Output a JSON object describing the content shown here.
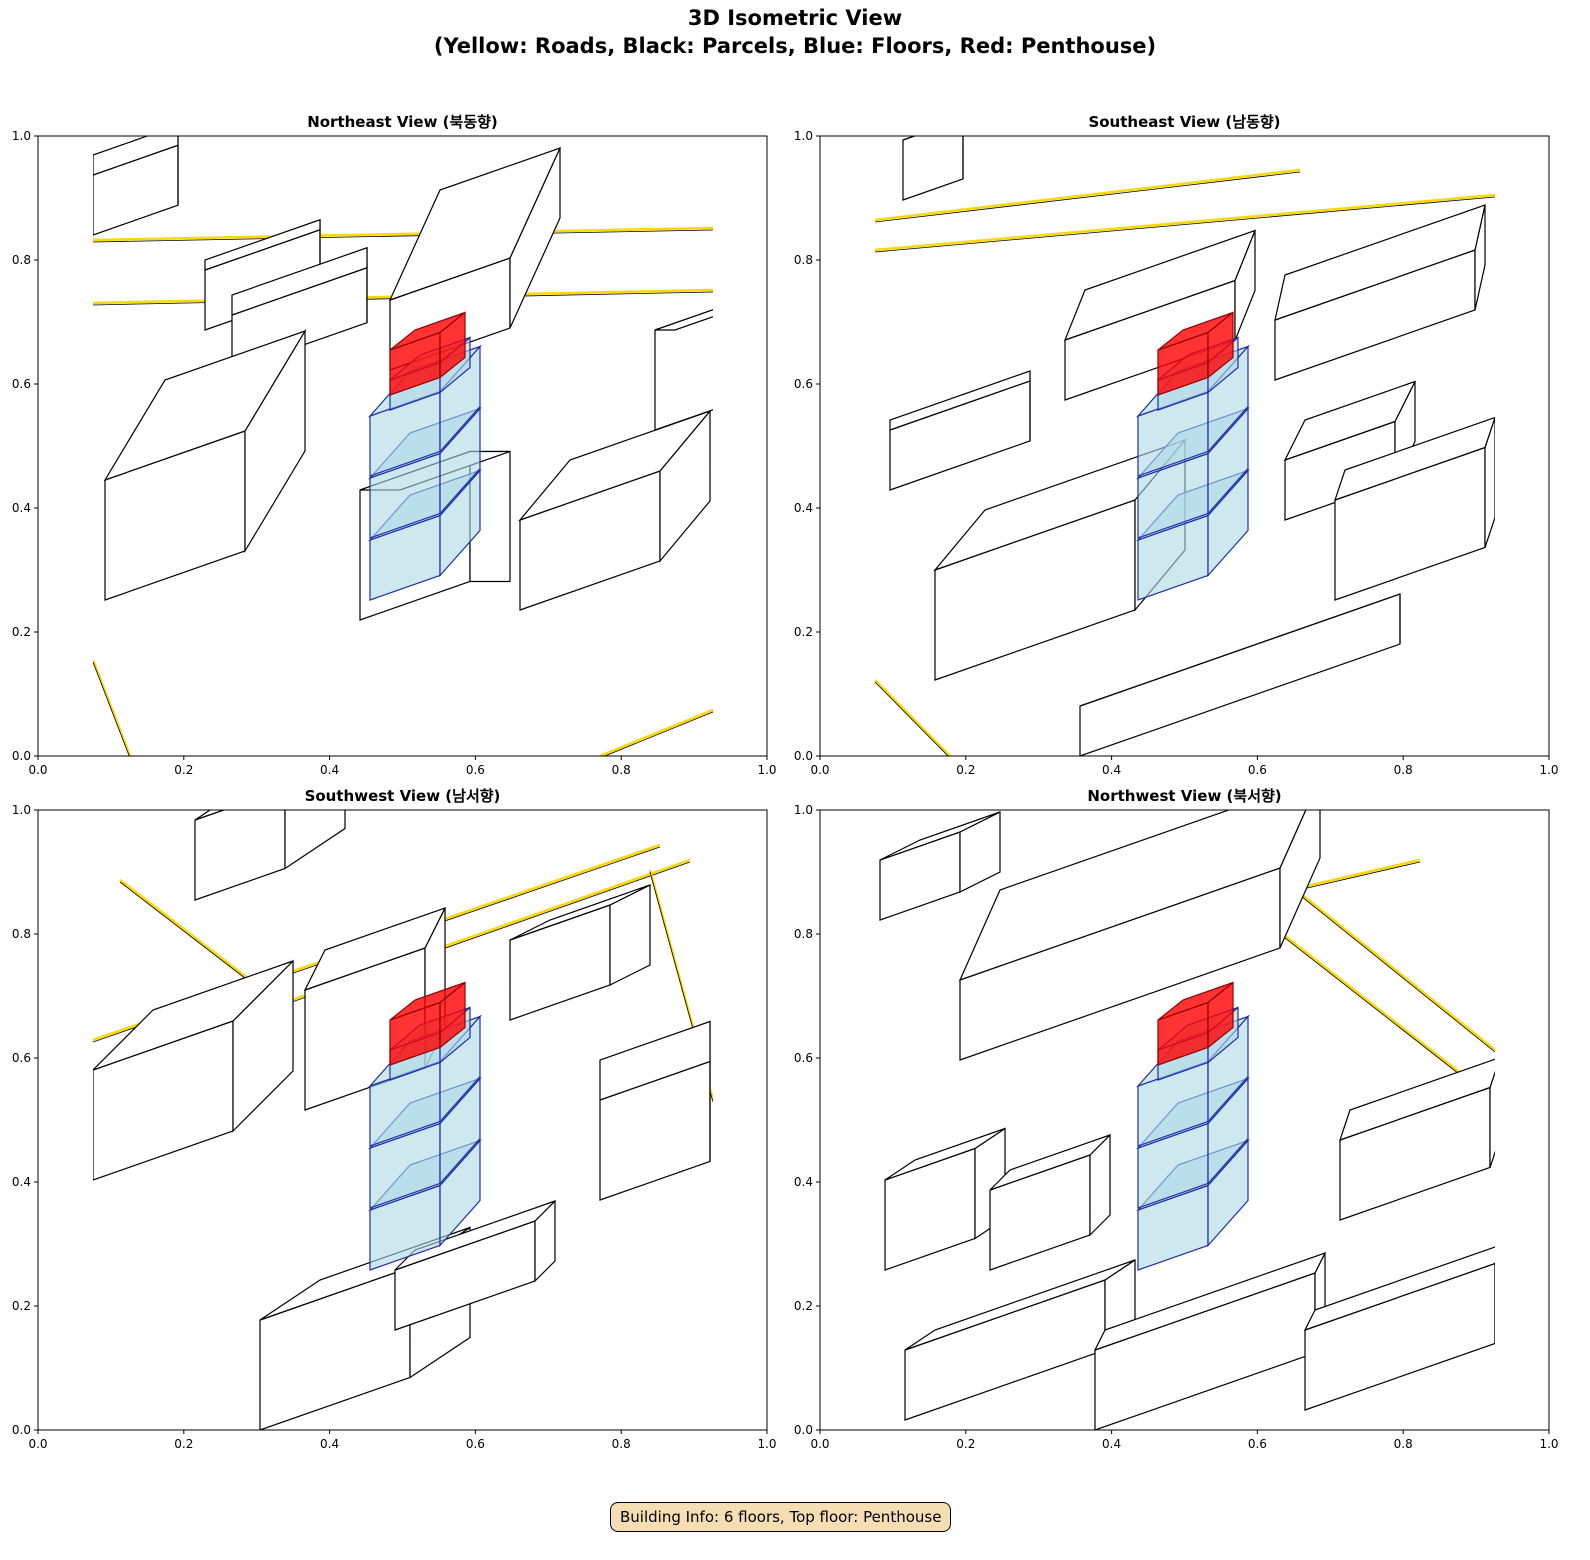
{
  "figure": {
    "title_line1": "3D Isometric View",
    "title_line2": "(Yellow: Roads, Black: Parcels, Blue: Floors, Red: Penthouse)",
    "info_box": "Building Info: 6 floors, Top floor: Penthouse"
  },
  "axes_ticks": [
    "0.0",
    "0.2",
    "0.4",
    "0.6",
    "0.8",
    "1.0"
  ],
  "panels": [
    {
      "title": "Northeast View (북동향)"
    },
    {
      "title": "Southeast View (남동향)"
    },
    {
      "title": "Southwest View (남서향)"
    },
    {
      "title": "Northwest View (북서향)"
    }
  ],
  "colors": {
    "road": "#ffd700",
    "parcel": "#000000",
    "floor_fill": "#add8e6",
    "floor_edge": "#1f2fa8",
    "penthouse": "#ff0000",
    "info_bg": "#f5deb3"
  },
  "building": {
    "floors": 6,
    "top_floor": "Penthouse"
  }
}
